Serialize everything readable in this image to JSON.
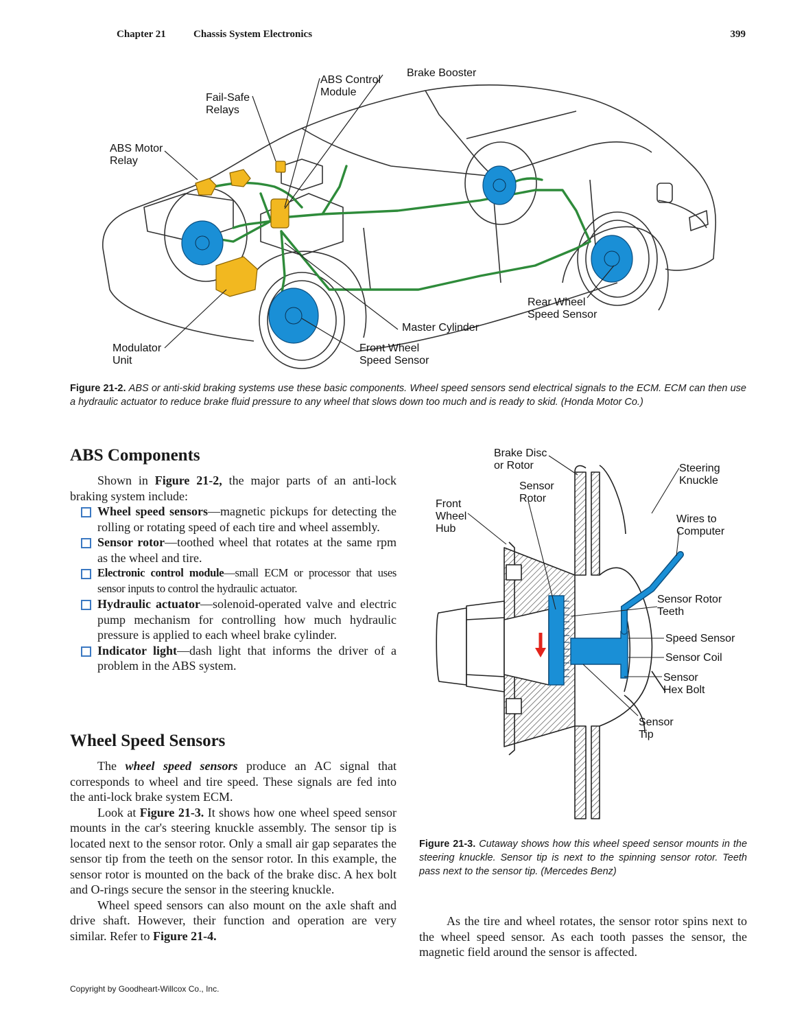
{
  "header": {
    "chapter": "Chapter 21",
    "title": "Chassis System Electronics",
    "page_number": "399"
  },
  "figure_21_2": {
    "labels": {
      "brake_booster": "Brake Booster",
      "abs_control_module": "ABS Control\nModule",
      "fail_safe_relays": "Fail-Safe\nRelays",
      "abs_motor_relay": "ABS Motor\nRelay",
      "modulator_unit": "Modulator\nUnit",
      "front_wheel_speed_sensor": "Front Wheel\nSpeed Sensor",
      "master_cylinder": "Master Cylinder",
      "rear_wheel_speed_sensor": "Rear Wheel\nSpeed Sensor"
    },
    "caption_label": "Figure 21-2.",
    "caption_text": "ABS or anti-skid braking systems use these basic components. Wheel speed sensors send electrical signals to the ECM. ECM can then use a hydraulic actuator to reduce brake fluid pressure to any wheel that slows down too much and is ready to skid. (Honda Motor Co.)"
  },
  "abs_components": {
    "heading": "ABS Components",
    "intro_pre": "Shown in ",
    "intro_ref": "Figure 21-2,",
    "intro_post": " the major parts of an anti-lock braking system include:",
    "items": [
      {
        "term": "Wheel speed sensors",
        "desc": "—magnetic pickups for detecting the rolling or rotating speed of each tire and wheel assembly."
      },
      {
        "term": "Sensor rotor",
        "desc": "—toothed wheel that rotates at the same rpm as the wheel and tire."
      },
      {
        "term": "Electronic control module",
        "desc": "—small ECM or processor that uses sensor inputs to control the hydraulic actuator."
      },
      {
        "term": "Hydraulic actuator",
        "desc": "—solenoid-operated valve and electric pump mechanism for controlling how much hydraulic pressure is applied to each wheel brake cylinder."
      },
      {
        "term": "Indicator light",
        "desc": "—dash light that informs the driver of a problem in the ABS system."
      }
    ]
  },
  "wheel_speed_sensors": {
    "heading": "Wheel Speed Sensors",
    "p1_pre": "The ",
    "p1_term": "wheel speed sensors",
    "p1_post": " produce an AC signal that corresponds to wheel and tire speed. These signals are fed into the anti-lock brake system ECM.",
    "p2_pre": "Look at ",
    "p2_ref": "Figure 21-3.",
    "p2_post": " It shows how one wheel speed sensor mounts in the car's steering knuckle assembly. The sensor tip is located next to the sensor rotor. Only a small air gap separates the sensor tip from the teeth on the sensor rotor. In this example, the sensor rotor is mounted on the back of the brake disc. A hex bolt and O-rings secure the sensor in the steering knuckle.",
    "p3_pre": "Wheel speed sensors can also mount on the axle shaft and drive shaft. However, their function and operation are very similar. Refer to ",
    "p3_ref": "Figure 21-4."
  },
  "figure_21_3": {
    "labels": {
      "brake_disc": "Brake Disc\nor Rotor",
      "steering_knuckle": "Steering\nKnuckle",
      "sensor_rotor": "Sensor\nRotor",
      "front_wheel_hub": "Front\nWheel\nHub",
      "wires_to_computer": "Wires to\nComputer",
      "sensor_rotor_teeth": "Sensor Rotor\nTeeth",
      "speed_sensor": "Speed Sensor",
      "sensor_coil": "Sensor Coil",
      "sensor_hex_bolt": "Sensor\nHex Bolt",
      "sensor_tip": "Sensor\nTip"
    },
    "caption_label": "Figure 21-3.",
    "caption_text": "Cutaway shows how this wheel speed sensor mounts in the steering knuckle. Sensor tip is next to the spinning sensor rotor. Teeth pass next to the sensor tip. (Mercedes Benz)"
  },
  "right_column_text": "As the tire and wheel rotates, the sensor rotor spins next to the wheel speed sensor. As each tooth passes the sensor, the magnetic field around the sensor is affected.",
  "footer": {
    "copyright": "Copyright by Goodheart-Willcox Co., Inc."
  },
  "colors": {
    "sensor_blue": "#1a8fd6",
    "brake_line_green": "#2e8b3a",
    "component_yellow": "#f2b820",
    "checkbox_blue": "#3a78c2",
    "arrow_red": "#e3241b"
  }
}
